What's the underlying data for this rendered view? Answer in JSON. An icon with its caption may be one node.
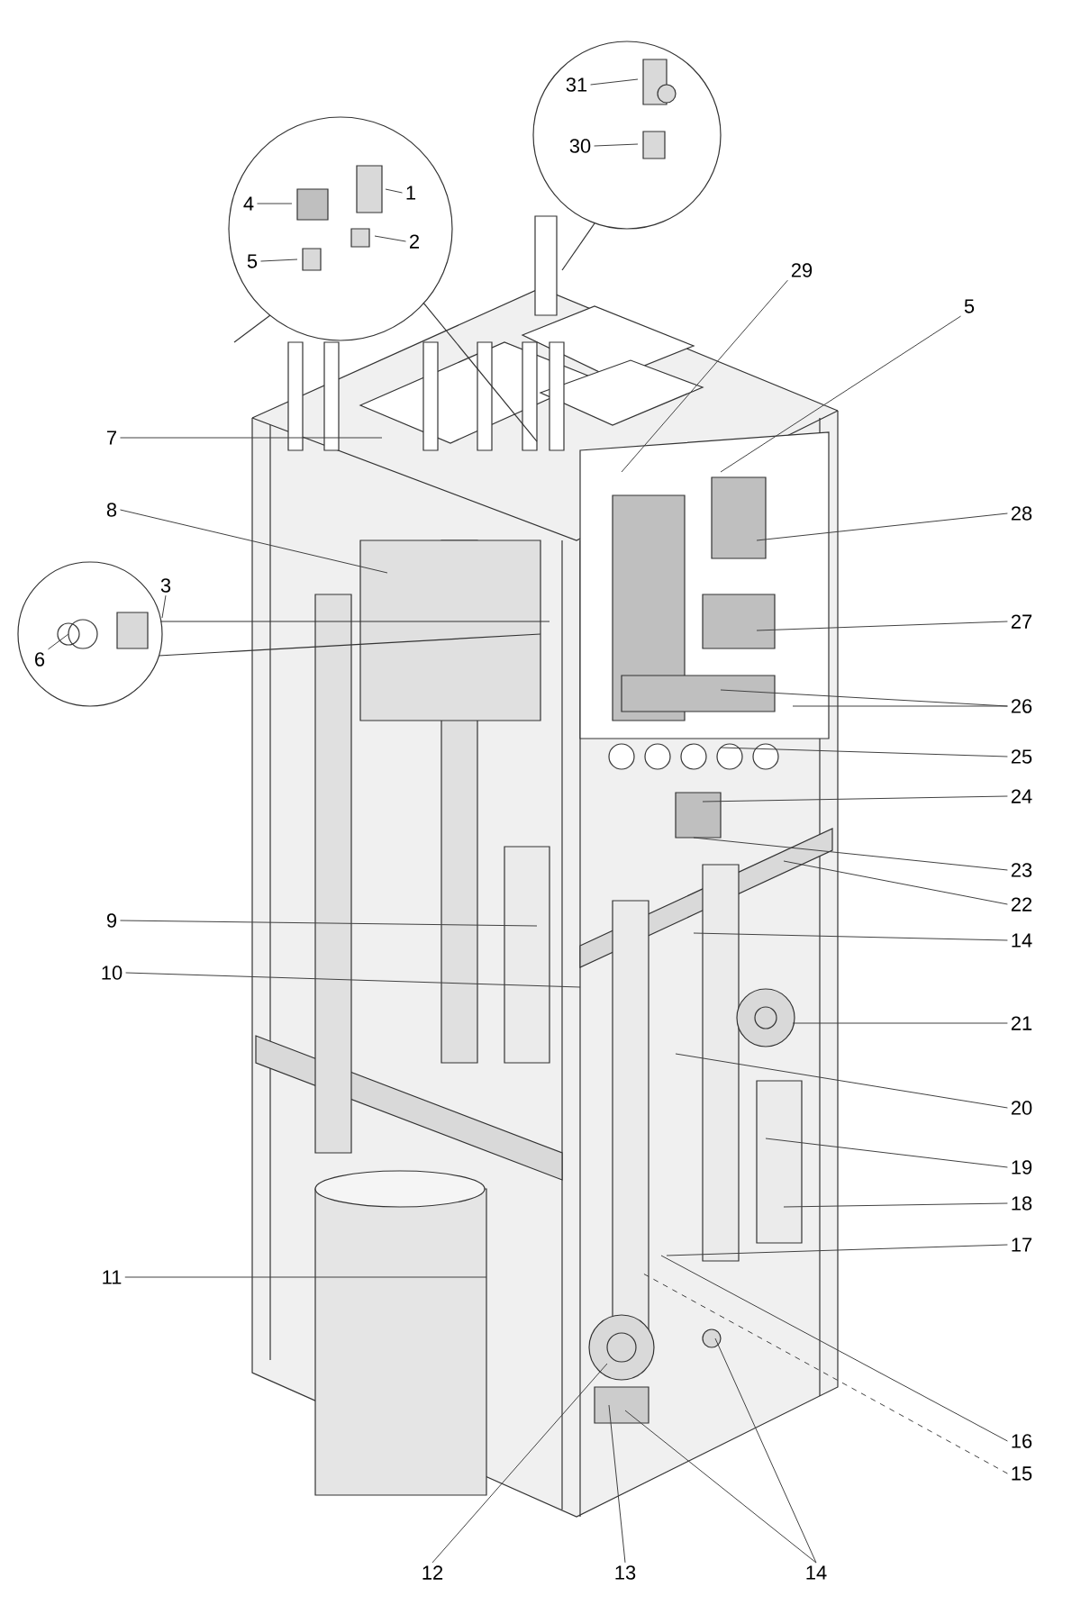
{
  "diagram": {
    "nodes": [
      {
        "text": [
          "31"
        ]
      },
      {
        "text": [
          "30"
        ]
      },
      {
        "text": [
          "1"
        ]
      },
      {
        "text": [
          "4"
        ]
      },
      {
        "text": [
          "2"
        ]
      },
      {
        "text": [
          "5"
        ]
      },
      {
        "text": [
          "29"
        ]
      },
      {
        "text": [
          "5"
        ]
      },
      {
        "text": [
          "7"
        ]
      },
      {
        "text": [
          "8"
        ]
      },
      {
        "text": [
          "28"
        ]
      },
      {
        "text": [
          "3"
        ]
      },
      {
        "text": [
          "27"
        ]
      },
      {
        "text": [
          "6"
        ]
      },
      {
        "text": [
          "26"
        ]
      },
      {
        "text": [
          "25"
        ]
      },
      {
        "text": [
          "24"
        ]
      },
      {
        "text": [
          "23"
        ]
      },
      {
        "text": [
          "22"
        ]
      },
      {
        "text": [
          "9"
        ]
      },
      {
        "text": [
          "14"
        ]
      },
      {
        "text": [
          "10"
        ]
      },
      {
        "text": [
          "21"
        ]
      },
      {
        "text": [
          "20"
        ]
      },
      {
        "text": [
          "19"
        ]
      },
      {
        "text": [
          "18"
        ]
      },
      {
        "text": [
          "17"
        ]
      },
      {
        "text": [
          "11"
        ]
      },
      {
        "text": [
          "16"
        ]
      },
      {
        "text": [
          "15"
        ]
      },
      {
        "text": [
          "12"
        ]
      },
      {
        "text": [
          "13"
        ]
      },
      {
        "text": [
          "14"
        ]
      }
    ],
    "edges": [
      {
        "from": 0,
        "to": null,
        "arrow": "none"
      },
      {
        "from": 1,
        "to": null,
        "arrow": "none"
      },
      {
        "from": 2,
        "to": null,
        "arrow": "none"
      },
      {
        "from": 3,
        "to": null,
        "arrow": "none"
      },
      {
        "from": 4,
        "to": null,
        "arrow": "none"
      },
      {
        "from": 5,
        "to": null,
        "arrow": "none"
      },
      {
        "from": 6,
        "to": null,
        "arrow": "none"
      },
      {
        "from": 7,
        "to": null,
        "arrow": "none"
      },
      {
        "from": 8,
        "to": null,
        "arrow": "none"
      },
      {
        "from": 9,
        "to": null,
        "arrow": "none"
      },
      {
        "from": 10,
        "to": null,
        "arrow": "none"
      },
      {
        "from": 11,
        "to": null,
        "arrow": "none"
      },
      {
        "from": 12,
        "to": null,
        "arrow": "none"
      },
      {
        "from": 13,
        "to": null,
        "arrow": "none"
      },
      {
        "from": 14,
        "to": null,
        "arrow": "none"
      },
      {
        "from": 14,
        "to": null,
        "arrow": "none"
      },
      {
        "from": 15,
        "to": null,
        "arrow": "none"
      },
      {
        "from": 16,
        "to": null,
        "arrow": "none"
      },
      {
        "from": 17,
        "to": null,
        "arrow": "none"
      },
      {
        "from": 18,
        "to": null,
        "arrow": "none"
      },
      {
        "from": 19,
        "to": null,
        "arrow": "none"
      },
      {
        "from": 20,
        "to": null,
        "arrow": "none"
      },
      {
        "from": 21,
        "to": null,
        "arrow": "none"
      },
      {
        "from": 22,
        "to": null,
        "arrow": "none"
      },
      {
        "from": 23,
        "to": null,
        "arrow": "none"
      },
      {
        "from": 24,
        "to": null,
        "arrow": "none"
      },
      {
        "from": 25,
        "to": null,
        "arrow": "none"
      },
      {
        "from": 26,
        "to": null,
        "arrow": "none"
      },
      {
        "from": 27,
        "to": null,
        "arrow": "none"
      },
      {
        "from": 28,
        "to": null,
        "arrow": "none"
      },
      {
        "from": 29,
        "to": null,
        "arrow": "none",
        "style": "dashed"
      },
      {
        "from": 30,
        "to": null,
        "arrow": "none"
      },
      {
        "from": 31,
        "to": null,
        "arrow": "none"
      },
      {
        "from": 32,
        "to": null,
        "arrow": "none"
      },
      {
        "from": 32,
        "to": null,
        "arrow": "none"
      }
    ]
  }
}
